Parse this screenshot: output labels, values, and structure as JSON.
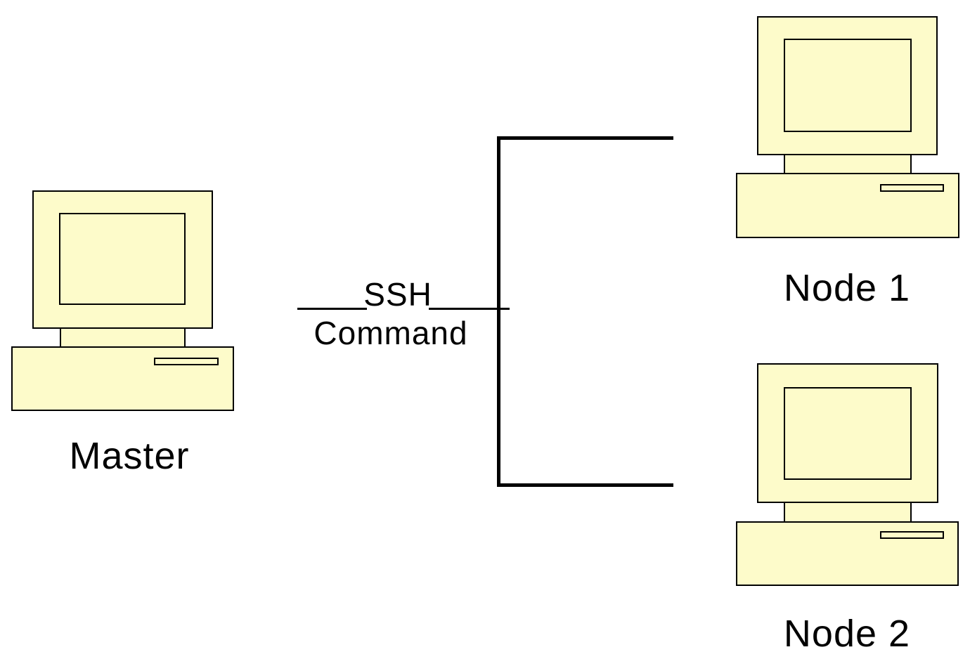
{
  "diagram": {
    "type": "network-topology",
    "background_color": "#ffffff",
    "node_fill_color": "#fdfbca",
    "stroke_color": "#000000",
    "nodes": [
      {
        "id": "master",
        "label": "Master",
        "icon": "desktop-computer"
      },
      {
        "id": "node1",
        "label": "Node 1",
        "icon": "desktop-computer"
      },
      {
        "id": "node2",
        "label": "Node 2",
        "icon": "desktop-computer"
      }
    ],
    "connection": {
      "from": "master",
      "to": [
        "node1",
        "node2"
      ],
      "label_line1": "SSH",
      "label_line2": "Command"
    }
  }
}
